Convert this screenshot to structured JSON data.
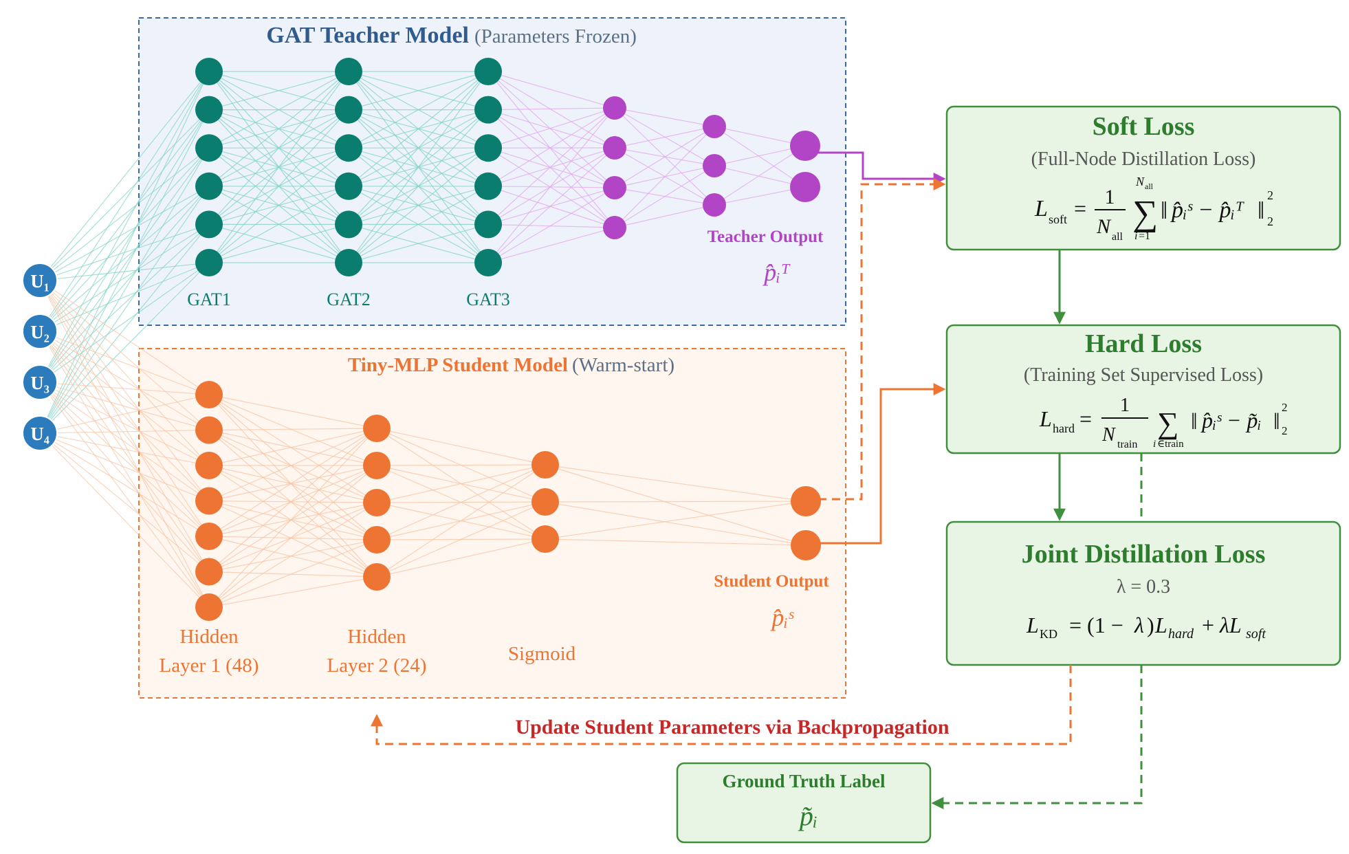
{
  "teacher": {
    "title": "GAT Teacher Model",
    "note": "(Parameters Frozen)",
    "layers": [
      "GAT1",
      "GAT2",
      "GAT3"
    ],
    "output_label": "Teacher Output",
    "output_symbol": "p̂ᵢᵀ",
    "node_counts": [
      6,
      6,
      6,
      4,
      3,
      2
    ],
    "colors": {
      "node": "#0a7d6e",
      "edge": "#7fd3c6",
      "head": "#b245c6",
      "head_edge": "#e3a6ee",
      "frame": "#3b6aa0",
      "fill": "#eef3fb"
    }
  },
  "inputs": {
    "labels": [
      "U₁",
      "U₂",
      "U₃",
      "U₄"
    ],
    "color": "#2c7bbd"
  },
  "student": {
    "title": "Tiny-MLP Student Model",
    "note": "(Warm-start)",
    "layer1": [
      "Hidden",
      "Layer 1 (48)"
    ],
    "layer2": [
      "Hidden",
      "Layer 2 (24)"
    ],
    "layer3": "Sigmoid",
    "output_label": "Student Output",
    "output_symbol": "p̂ᵢˢ",
    "node_counts": [
      7,
      5,
      3,
      2
    ],
    "colors": {
      "node": "#ee7433",
      "edge": "#f7c3a3",
      "frame": "#ee7433",
      "fill": "#fff6ef"
    }
  },
  "losses": {
    "soft": {
      "title": "Soft Loss",
      "subtitle": "(Full-Node Distillation Loss)"
    },
    "hard": {
      "title": "Hard Loss",
      "subtitle": "(Training Set Supervised Loss)"
    },
    "joint": {
      "title": "Joint Distillation Loss",
      "lambda": "λ = 0.3"
    },
    "colors": {
      "frame": "#3f8f3f",
      "fill": "#e8f4e4",
      "title": "#2e7d2e"
    }
  },
  "backprop": {
    "label": "Update Student Parameters via Backpropagation",
    "color": "#c62828"
  },
  "ground_truth": {
    "label": "Ground Truth Label",
    "symbol": "p̃ᵢ"
  }
}
